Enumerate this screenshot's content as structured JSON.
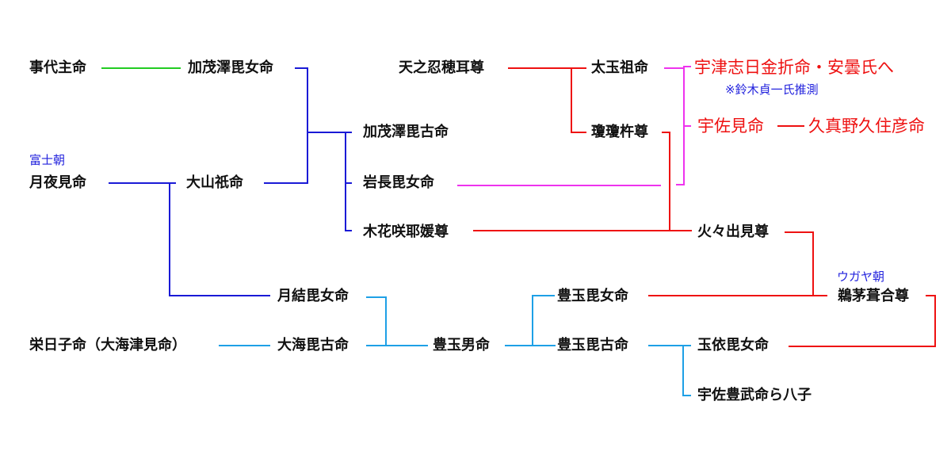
{
  "colors": {
    "green": "#22cc22",
    "navy": "#1a1ad6",
    "red": "#ee1111",
    "magenta": "#ee33ee",
    "sky": "#1ea0e6",
    "note": "#2222dd"
  },
  "nodes": {
    "kotoshironushi": "事代主命",
    "kamotakunihime": "加茂澤毘女命",
    "tsukuyomi": "月夜見命",
    "oyamazumi": "大山祇命",
    "kamotakunihiko": "加茂澤毘古命",
    "iwanagahime": "岩長毘女命",
    "konohanasakuya": "木花咲耶媛尊",
    "amenooshihomimi": "天之忍穂耳尊",
    "futodama": "太玉祖命",
    "ninigi": "瓊瓊杵尊",
    "hohodemi": "火々出見尊",
    "ugaya": "鵜茅葺合尊",
    "utsushihikanasaku": "宇津志日金折命・安曇氏へ",
    "usami": "宇佐見命",
    "kumanokusumi": "久真野久住彦命",
    "tsukuyuhime": "月結毘女命",
    "sakahiko": "栄日子命（大海津見命）",
    "oumihiko": "大海毘古命",
    "toyotamao": "豊玉男命",
    "toyotamahime": "豊玉毘女命",
    "toyotamahiko": "豊玉毘古命",
    "tamayorihime": "玉依毘女命",
    "usatoyotake": "宇佐豊武命ら八子"
  },
  "notes": {
    "fuji_dynasty": "富士朝",
    "ugaya_dynasty": "ウガヤ朝",
    "suzuki_note": "※鈴木貞一氏推測"
  }
}
